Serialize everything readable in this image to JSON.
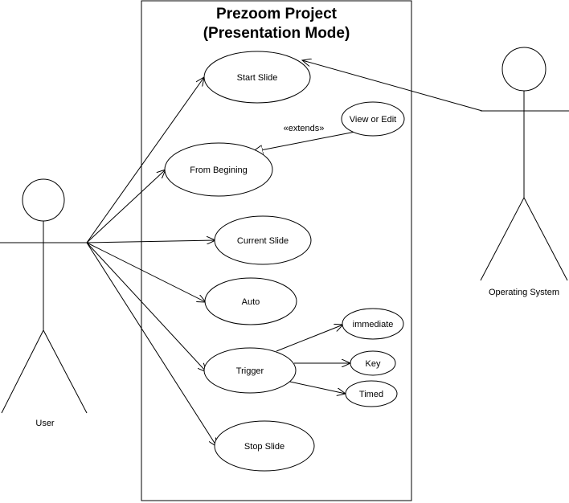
{
  "diagram": {
    "title_line1": "Prezoom Project",
    "title_line2": "(Presentation Mode)",
    "actors": {
      "user": "User",
      "os": "Operating System"
    },
    "use_cases": {
      "start_slide": "Start Slide",
      "from_beginning": "From Begining",
      "view_or_edit": "View or Edit",
      "current_slide": "Current Slide",
      "auto": "Auto",
      "trigger": "Trigger",
      "immediate": "immediate",
      "key": "Key",
      "timed": "Timed",
      "stop_slide": "Stop Slide"
    },
    "relation_labels": {
      "extends": "«extends»"
    }
  }
}
